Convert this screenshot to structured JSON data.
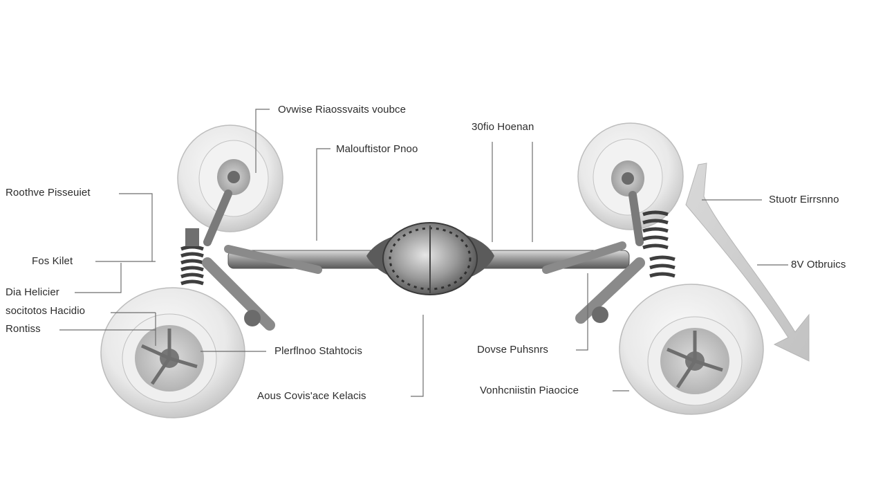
{
  "labels": {
    "top_left_center": "Ovwise Riaossvaits voubce",
    "top_center": "Malouftistor Pnoo",
    "top_right": "30fio Hoenan",
    "left_1": "Roothve Pisseuiet",
    "left_2": "Fos Kilet",
    "left_3": "Dia Helicier",
    "left_4": "socitotos Hacidio",
    "left_5": "Rontiss",
    "bottom_left": "Plerflnoo Stahtocis",
    "bottom_center": "Aous Covis'ace Kelacis",
    "bottom_right_1": "Dovse Puhsnrs",
    "bottom_right_2": "Vonhcniistin Piaocice",
    "right_1": "Stuotr Eirrsnno",
    "right_2": "8V Otbruics"
  },
  "colors": {
    "tire": "#ececec",
    "steel": "#8f8f8f",
    "dark_steel": "#4a4a4a",
    "leader": "#6d6d6d",
    "text": "#2b2b2b"
  }
}
